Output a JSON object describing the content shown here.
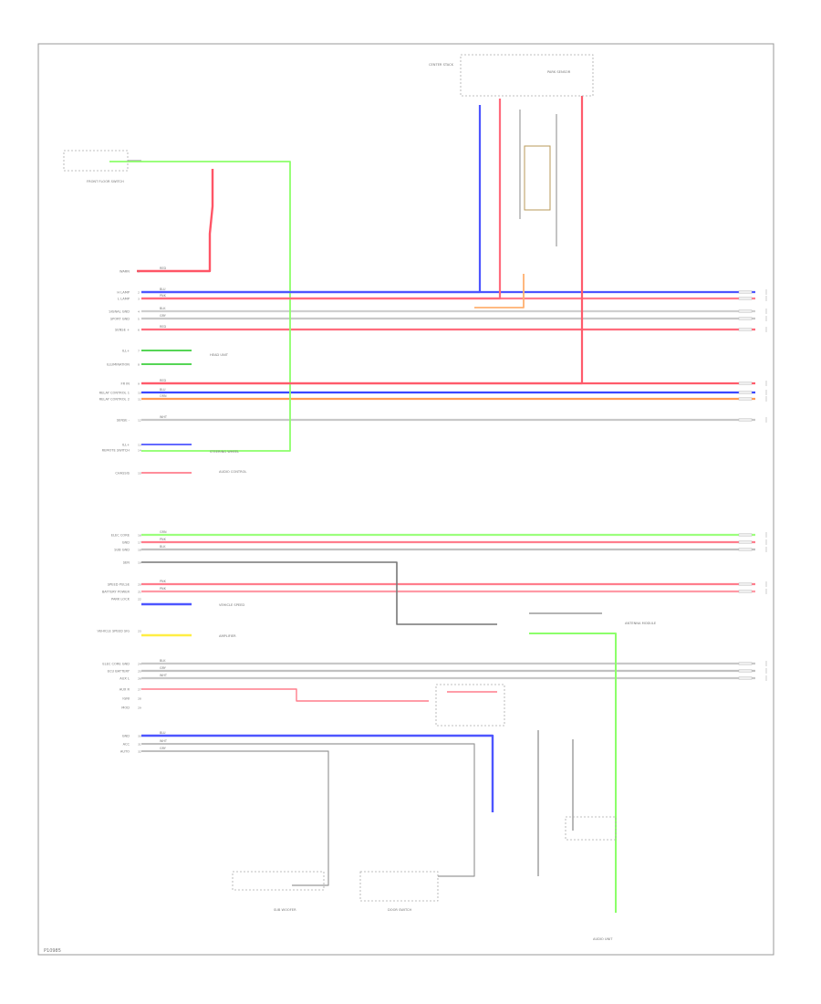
{
  "diagram": {
    "figure_id": "P10985",
    "pin_labels": [
      "WARN",
      "H LAMP",
      "L LAMP",
      "SIGNAL GND",
      "SPORT GND",
      "SENSE +",
      "ILL+",
      "ILLUMINATION",
      "FR IN",
      "RELAY CONTROL 1",
      "RELAY CONTROL 2",
      "SENSE -",
      "ILL+",
      "REMOTE SWITCH",
      "CHASSIS",
      "ELEC CORE",
      "GND",
      "SUB GND",
      "SEN",
      "SPEED PULSE",
      "BATTERY POWER",
      "PARK LOCK",
      "VEHICLE SPEED SIG",
      "ELEC CORE GND",
      "ECU BATTERY",
      "AUX L",
      "AUX R",
      "IGNI",
      "MOD",
      "GND",
      "ACC",
      "AUTO"
    ],
    "wire_colors": [
      "RED",
      "BLU",
      "ORN",
      "GRN",
      "YEL",
      "PNK",
      "BLK",
      "GRY",
      "WHT"
    ],
    "components": [
      "FRONT FLOOR SWITCH",
      "CENTER STACK",
      "PARK SENSOR",
      "HEAD UNIT",
      "STEERING WHEEL",
      "AUDIO CONTROL",
      "VEHICLE SPEED",
      "AMPLIFIER",
      "ANTENNA MODULE",
      "SUB WOOFER",
      "DOOR SWITCH",
      "AUDIO UNIT"
    ]
  }
}
